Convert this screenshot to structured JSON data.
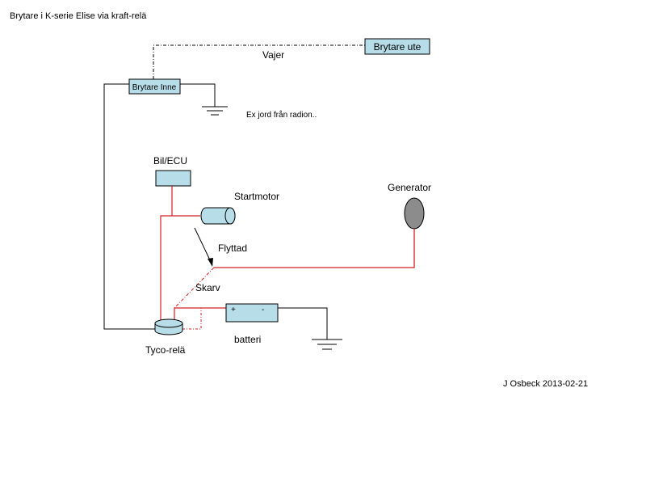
{
  "title": "Brytare i K-serie Elise via kraft-relä",
  "labels": {
    "brytare_ute": "Brytare ute",
    "vajer": "Vajer",
    "brytare_inne": "Brytare Inne",
    "ex_jord": "Ex jord från radion..",
    "bil_ecu": "Bil/ECU",
    "startmotor": "Startmotor",
    "generator": "Generator",
    "flyttad": "Flyttad",
    "skarv": "Skarv",
    "tyco_rela": "Tyco-relä",
    "batteri": "batteri",
    "plus": "+",
    "minus": "-",
    "author_date": "J Osbeck 2013-02-21"
  },
  "colors": {
    "component_fill": "#b7dde8",
    "power_wire": "#d62020",
    "signal_wire": "#000000",
    "generator_fill": "#8c8c8c"
  }
}
